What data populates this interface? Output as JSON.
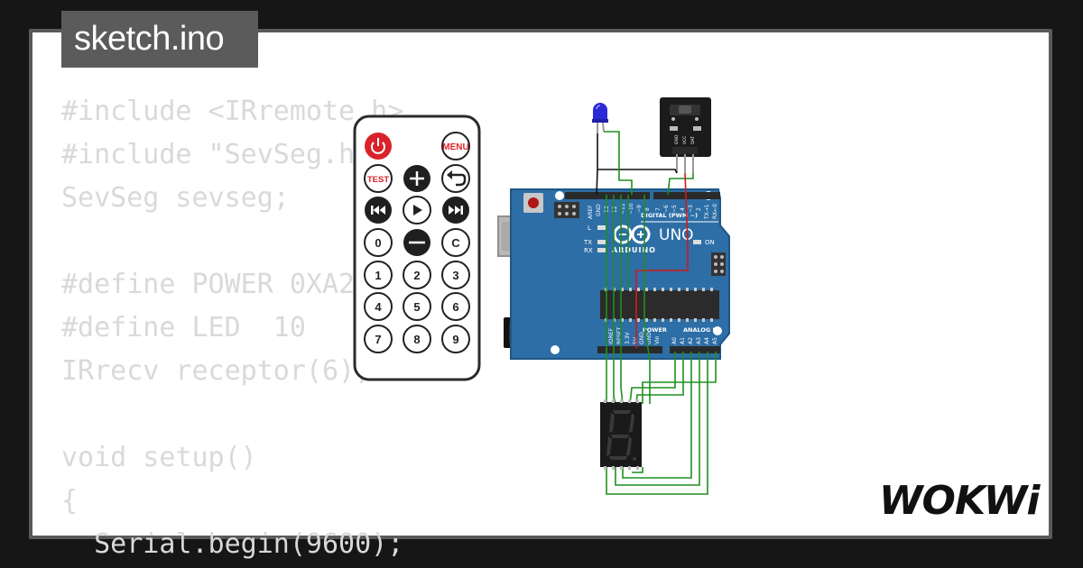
{
  "file_tab": {
    "filename": "sketch.ino"
  },
  "code": {
    "lines": [
      "#include <IRremote.h>",
      "#include \"SevSeg.h\"",
      "SevSeg sevseg;",
      "",
      "#define POWER 0XA2",
      "#define LED  10",
      "IRrecv receptor(6);",
      "",
      "void setup()",
      "{",
      "  Serial.begin(9600);"
    ]
  },
  "remote": {
    "power_icon": "power-icon",
    "menu_label": "MENU",
    "test_label": "TEST",
    "plus_icon": "plus-icon",
    "back_icon": "back-arrow-icon",
    "prev_icon": "skip-back-icon",
    "play_icon": "play-icon",
    "next_icon": "skip-forward-icon",
    "zero": "0",
    "minus_icon": "minus-icon",
    "c_label": "C",
    "digits": [
      "1",
      "2",
      "3",
      "4",
      "5",
      "6",
      "7",
      "8",
      "9"
    ]
  },
  "board": {
    "logo_text": "UNO",
    "brand_text": "ARDUINO",
    "digital_label": "DIGITAL (PWM ~)",
    "power_label": "POWER",
    "analog_label": "ANALOG IN",
    "on_label": "ON",
    "l_label": "L",
    "tx_label": "TX",
    "rx_label": "RX",
    "aref_label": "AREF",
    "gnd_label": "GND",
    "pin_13": "13",
    "pin_12": "12",
    "pin_11": "~11",
    "pin_10": "~10",
    "pin_9": "~9",
    "pin_8": "8",
    "pin_7": "7",
    "pin_6": "~6",
    "pin_5": "~5",
    "pin_4": "4",
    "pin_3": "~3",
    "pin_2": "2",
    "pin_1": "TX→1",
    "pin_0": "RX←0",
    "ioref": "IOREF",
    "reset": "RESET",
    "v33": "3.3V",
    "v5": "5V",
    "gnd1": "GND",
    "gnd2": "GND",
    "vin": "Vin",
    "a0": "A0",
    "a1": "A1",
    "a2": "A2",
    "a3": "A3",
    "a4": "A4",
    "a5": "A5"
  },
  "ir_receiver": {
    "pin1": "GND",
    "pin2": "VCC",
    "pin3": "DAT"
  },
  "colors": {
    "board": "#2d6ea6",
    "wire_green": "#1e8f1e",
    "wire_red": "#d11a1a",
    "wire_black": "#111111",
    "led": "#2a2ad8",
    "remote_red": "#d8232a"
  },
  "brand": {
    "logo": "WOKWi"
  }
}
